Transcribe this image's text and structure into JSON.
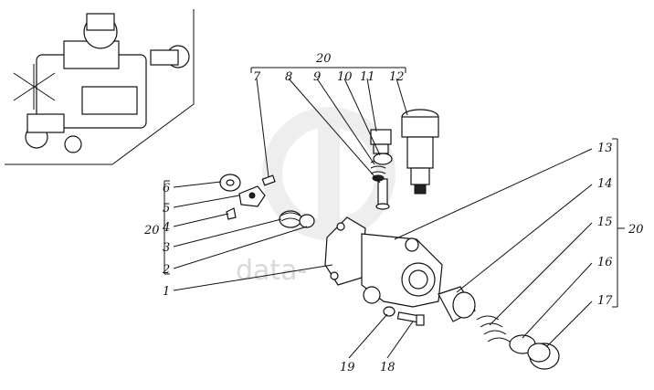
{
  "watermark": {
    "text": "data-"
  },
  "callouts": {
    "group_top": "20",
    "group_left": "20",
    "group_right": "20",
    "n1": "1",
    "n2": "2",
    "n3": "3",
    "n4": "4",
    "n5": "5",
    "n6": "6",
    "n7": "7",
    "n8": "8",
    "n9": "9",
    "n10": "10",
    "n11": "11",
    "n12": "12",
    "n13": "13",
    "n14": "14",
    "n15": "15",
    "n16": "16",
    "n17": "17",
    "n18": "18",
    "n19": "19"
  }
}
